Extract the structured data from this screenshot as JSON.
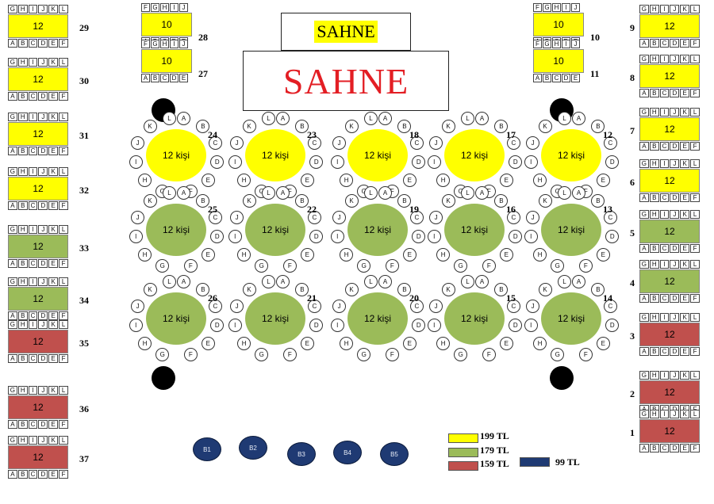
{
  "colors": {
    "yellow": "#ffff00",
    "green": "#9bbb59",
    "red": "#c0504d",
    "blue": "#1f3a73"
  },
  "stage_small": "SAHNE",
  "stage_big": "SAHNE",
  "seat_rows": {
    "top": [
      "G",
      "H",
      "I",
      "J",
      "K",
      "L"
    ],
    "bottom": [
      "A",
      "B",
      "C",
      "D",
      "E",
      "F"
    ]
  },
  "small_rows": {
    "top": [
      "F",
      "G",
      "H",
      "I",
      "J"
    ],
    "bottom": [
      "A",
      "B",
      "C",
      "D",
      "E"
    ]
  },
  "booth_capacity": "12",
  "small_capacity": "10",
  "table_capacity": "12 kişi",
  "chair_letters": [
    "A",
    "B",
    "C",
    "D",
    "E",
    "F",
    "G",
    "H",
    "I",
    "J",
    "K",
    "L"
  ],
  "left_booths": [
    {
      "num": "29",
      "color": "yellow"
    },
    {
      "num": "30",
      "color": "yellow"
    },
    {
      "num": "31",
      "color": "yellow"
    },
    {
      "num": "32",
      "color": "yellow"
    },
    {
      "num": "33",
      "color": "green"
    },
    {
      "num": "34",
      "color": "green"
    },
    {
      "num": "35",
      "color": "red"
    },
    {
      "num": "36",
      "color": "red"
    },
    {
      "num": "37",
      "color": "red"
    }
  ],
  "right_booths": [
    {
      "num": "9",
      "color": "yellow"
    },
    {
      "num": "8",
      "color": "yellow"
    },
    {
      "num": "7",
      "color": "yellow"
    },
    {
      "num": "6",
      "color": "yellow"
    },
    {
      "num": "5",
      "color": "green"
    },
    {
      "num": "4",
      "color": "green"
    },
    {
      "num": "3",
      "color": "red"
    },
    {
      "num": "2",
      "color": "red"
    },
    {
      "num": "1",
      "color": "red"
    }
  ],
  "small_booths": [
    {
      "num": "28",
      "color": "yellow"
    },
    {
      "num": "27",
      "color": "yellow"
    },
    {
      "num": "10",
      "color": "yellow"
    },
    {
      "num": "11",
      "color": "yellow"
    }
  ],
  "tables": [
    {
      "num": "24",
      "color": "yellow"
    },
    {
      "num": "23",
      "color": "yellow"
    },
    {
      "num": "18",
      "color": "yellow"
    },
    {
      "num": "17",
      "color": "yellow"
    },
    {
      "num": "12",
      "color": "yellow"
    },
    {
      "num": "25",
      "color": "green"
    },
    {
      "num": "22",
      "color": "green"
    },
    {
      "num": "19",
      "color": "green"
    },
    {
      "num": "16",
      "color": "green"
    },
    {
      "num": "13",
      "color": "green"
    },
    {
      "num": "26",
      "color": "green"
    },
    {
      "num": "21",
      "color": "green"
    },
    {
      "num": "20",
      "color": "green"
    },
    {
      "num": "15",
      "color": "green"
    },
    {
      "num": "14",
      "color": "green"
    }
  ],
  "bar_seats": [
    "B1",
    "B2",
    "B3",
    "B4",
    "B5"
  ],
  "legend": [
    {
      "label": "199 TL",
      "color": "yellow"
    },
    {
      "label": "179 TL",
      "color": "green"
    },
    {
      "label": "159 TL",
      "color": "red"
    },
    {
      "label": "99 TL",
      "color": "blue"
    }
  ]
}
